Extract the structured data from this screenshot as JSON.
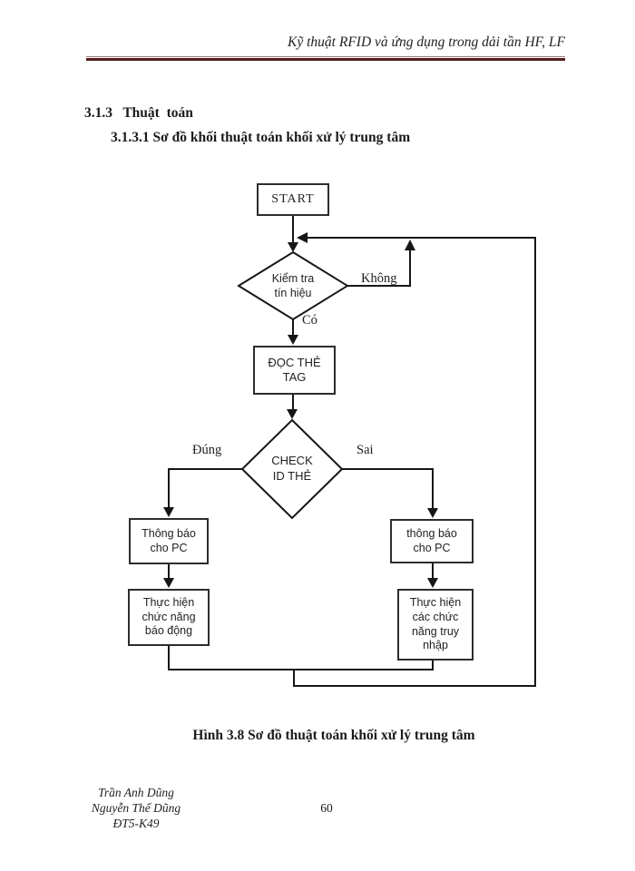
{
  "header": {
    "title": "Kỹ thuật RFID và ứng dụng trong dải tần HF, LF"
  },
  "headings": {
    "section": "3.1.3   Thuật  toán",
    "subsection": "3.1.3.1 Sơ đồ khối thuật toán khối xử lý trung tâm"
  },
  "flowchart": {
    "start": "START",
    "decision_signal": {
      "line1": "Kiểm tra",
      "line2": "tín hiệu"
    },
    "label_no": "Không",
    "label_yes": "Có",
    "read_tag": {
      "line1": "ĐỌC THẺ",
      "line2": "TAG"
    },
    "decision_id": {
      "line1": "CHECK",
      "line2": "ID THẺ"
    },
    "label_true": "Đúng",
    "label_false": "Sai",
    "notify_left": {
      "line1": "Thông báo",
      "line2": "cho PC"
    },
    "alarm": {
      "line1": "Thực hiện",
      "line2": "chức năng",
      "line3": "báo động"
    },
    "notify_right": {
      "line1": "thông báo",
      "line2": "cho PC"
    },
    "access": {
      "line1": "Thực hiện",
      "line2": "các chức",
      "line3": "năng truy",
      "line4": "nhập"
    }
  },
  "caption": "Hình 3.8 Sơ đồ thuật toán khối xử lý trung tâm",
  "footer": {
    "author1": "Trần Anh Dũng",
    "author2": "Nguyễn Thế Dũng",
    "class_id": "ĐT5-K49",
    "page_number": "60"
  },
  "colors": {
    "rule_dark": "#571c1c",
    "rule_light": "#9a7a7a",
    "line": "#161616",
    "box_border": "#2d2d2d"
  }
}
